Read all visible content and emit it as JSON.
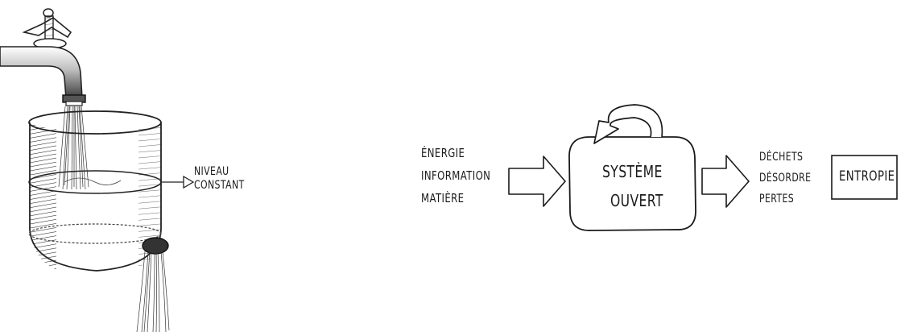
{
  "tank_label": {
    "line1": "NIVEAU",
    "line2": "CONSTANT"
  },
  "inputs": {
    "line1": "ÉNERGIE",
    "line2": "INFORMATION",
    "line3": "MATIÈRE"
  },
  "system": {
    "line1": "SYSTÈME",
    "line2": "OUVERT"
  },
  "outputs": {
    "line1": "DÉCHETS",
    "line2": "DÉSORDRE",
    "line3": "PERTES"
  },
  "entropy_box": {
    "label": "ENTROPIE"
  }
}
